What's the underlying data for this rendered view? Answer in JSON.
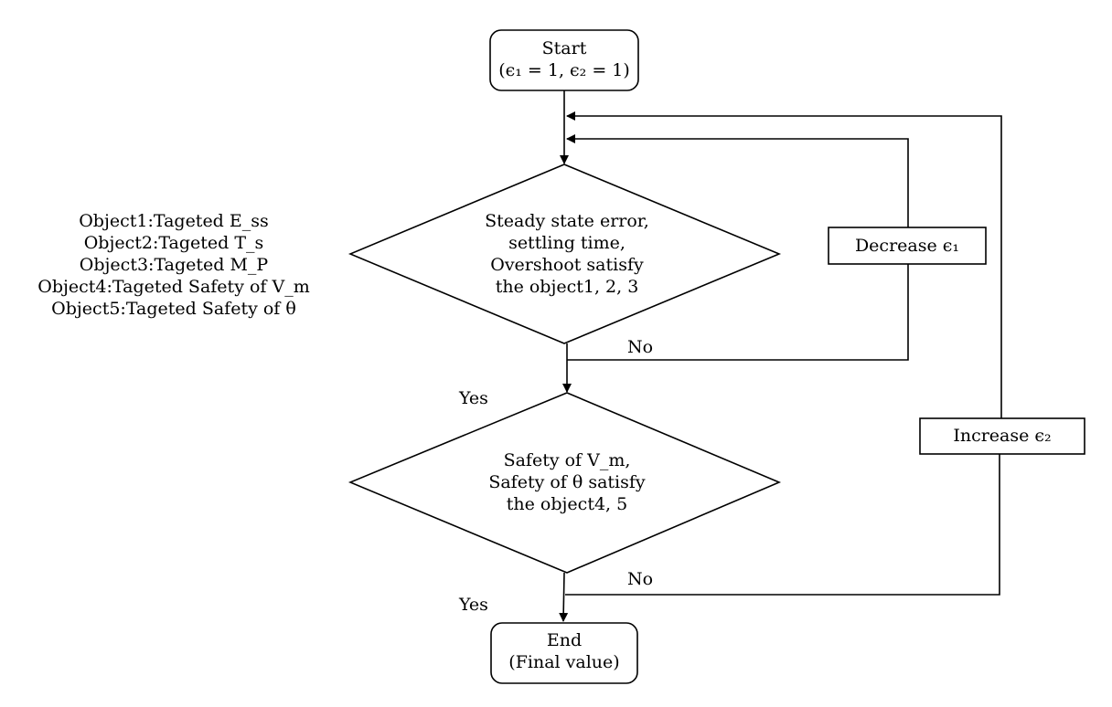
{
  "start": {
    "line1": "Start",
    "line2": "(ϵ₁ = 1, ϵ₂ = 1)"
  },
  "decision1": {
    "line1": "Steady state error,",
    "line2": "settling time,",
    "line3": "Overshoot satisfy",
    "line4": "the object1, 2, 3"
  },
  "decision2": {
    "line1": "Safety of V_m,",
    "line2": "Safety of θ satisfy",
    "line3": "the object4, 5"
  },
  "end": {
    "line1": "End",
    "line2": "(Final value)"
  },
  "decrease_box": "Decrease ϵ₁",
  "increase_box": "Increase ϵ₂",
  "labels": {
    "no1": "No",
    "yes1": "Yes",
    "no2": "No",
    "yes2": "Yes"
  },
  "objectives": [
    "Object1:Tageted E_ss",
    "Object2:Tageted T_s",
    "Object3:Tageted M_P",
    "Object4:Tageted Safety of V_m",
    "Object5:Tageted Safety of θ"
  ],
  "colors": {
    "stroke": "#000000",
    "background": "#ffffff"
  }
}
